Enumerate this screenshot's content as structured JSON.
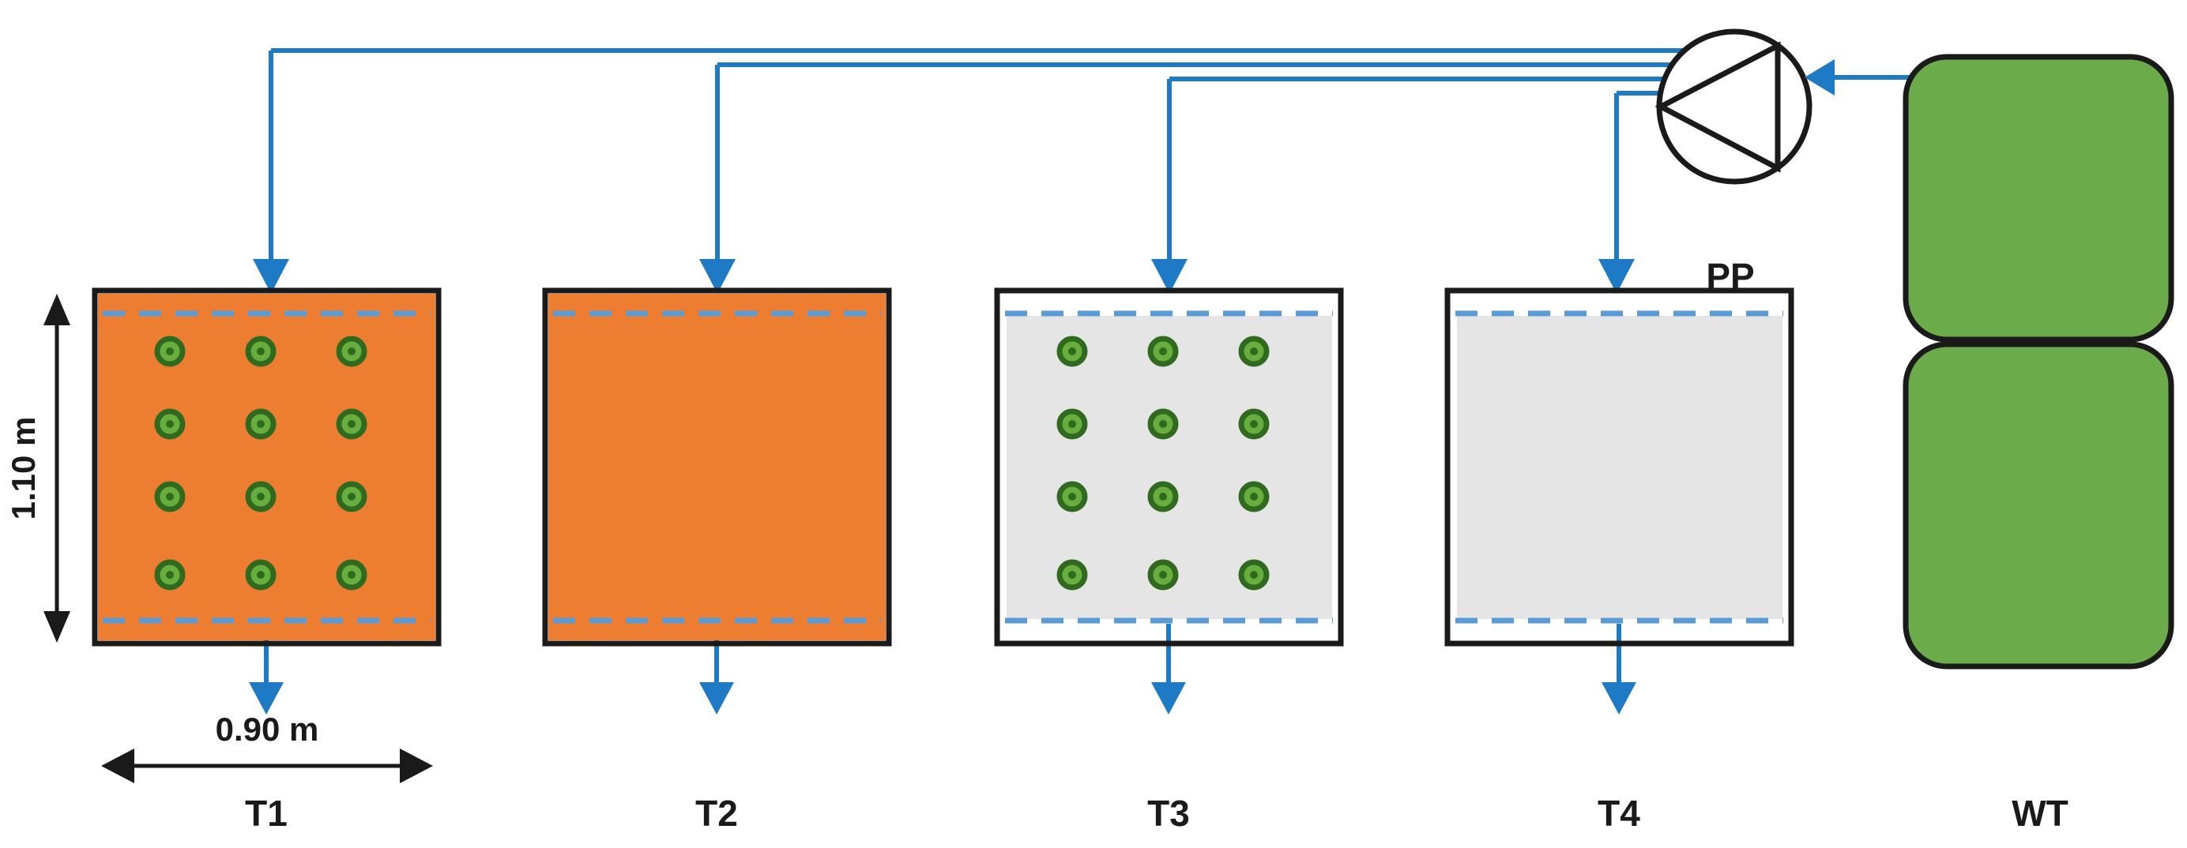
{
  "tanks": [
    {
      "label": "T1",
      "fill": "orange",
      "emitters": true
    },
    {
      "label": "T2",
      "fill": "orange",
      "emitters": false
    },
    {
      "label": "T3",
      "fill": "gray",
      "emitters": true
    },
    {
      "label": "T4",
      "fill": "gray",
      "emitters": false
    }
  ],
  "pump": {
    "label": "PP"
  },
  "water_tank": {
    "label": "WT"
  },
  "dimensions": {
    "height_label": "1.10 m",
    "width_label": "0.90 m"
  },
  "emitters": {
    "rows": 4,
    "cols": 3
  },
  "colors": {
    "bg": "#ffffff",
    "ink": "#1a1a1a",
    "pipe_blue": "#1e7ac4",
    "dash_blue": "#5b9bd5",
    "plot_orange": "#ed7d31",
    "plot_gray": "#e5e5e5",
    "tank_green": "#6cab4a",
    "emitter_green": "#67ae3f",
    "emitter_dark": "#2f6a1f"
  }
}
